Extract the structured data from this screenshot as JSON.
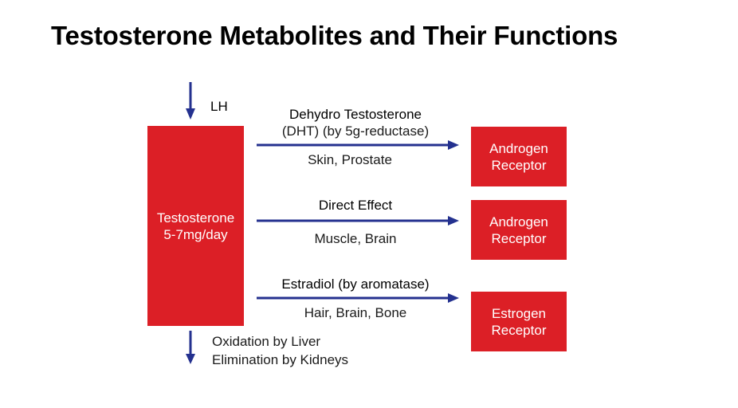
{
  "title": "Testosterone Metabolites and Their Functions",
  "input": {
    "label": "LH"
  },
  "source": {
    "line1": "Testosterone",
    "line2": "5-7mg/day"
  },
  "pathways": [
    {
      "heading_line1": "Dehydro Testosterone",
      "heading_line2": "(DHT) (by 5g-reductase)",
      "targets": "Skin, Prostate",
      "receptor_line1": "Androgen",
      "receptor_line2": "Receptor"
    },
    {
      "heading_line1": "Direct Effect",
      "targets": "Muscle, Brain",
      "receptor_line1": "Androgen",
      "receptor_line2": "Receptor"
    },
    {
      "heading_line1": "Estradiol (by aromatase)",
      "targets": "Hair, Brain, Bone",
      "receptor_line1": "Estrogen",
      "receptor_line2": "Receptor"
    }
  ],
  "output": {
    "line1": "Oxidation by Liver",
    "line2": "Elimination by Kidneys"
  },
  "colors": {
    "arrow": "#24318f",
    "box": "#dc1f26",
    "box_text": "#ffffff"
  }
}
